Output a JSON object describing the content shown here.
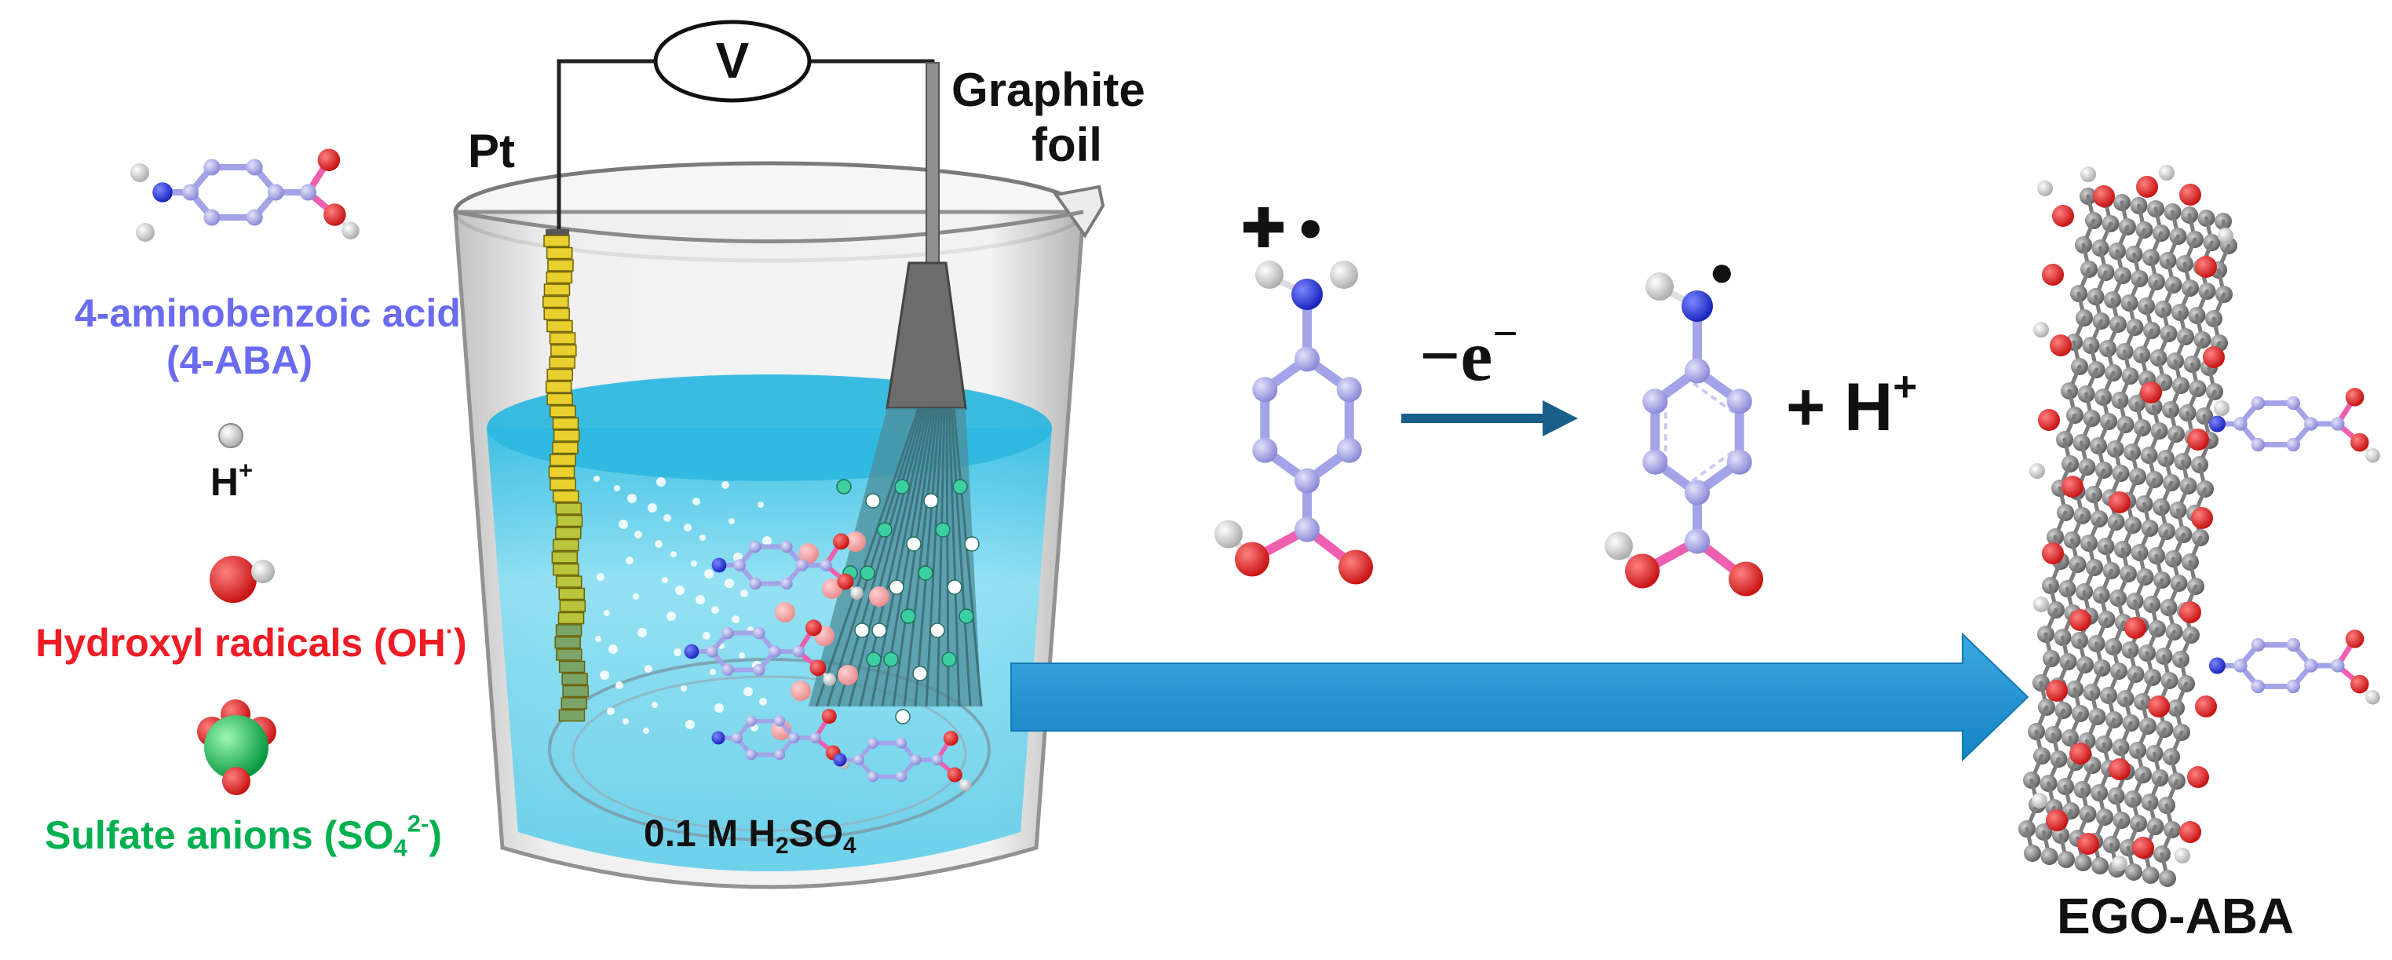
{
  "legend": {
    "aba_name": "4-aminobenzoic acid",
    "aba_abbr": "(4-ABA)",
    "proton_base": "H",
    "proton_charge": "+",
    "hydroxyl_base": "Hydroxyl radicals (OH",
    "hydroxyl_dot": "·",
    "hydroxyl_close": ")",
    "sulfate_base": "Sulfate anions (SO",
    "sulfate_sub": "4",
    "sulfate_charge": "2-",
    "sulfate_close": ")"
  },
  "cell": {
    "voltmeter": "V",
    "pt_electrode": "Pt",
    "graphite_line1": "Graphite",
    "graphite_line2": "foil",
    "electrolyte_prefix": "0.1 M H",
    "electrolyte_sub1": "2",
    "electrolyte_mid": "SO",
    "electrolyte_sub2": "4"
  },
  "reaction": {
    "cation_charge": "✚",
    "cation_radical": "●",
    "electron_loss": "−e",
    "electron_sign": "−",
    "radical_dot": "●",
    "product_plus": "+ H",
    "product_charge": "+"
  },
  "product": {
    "name": "EGO-ABA"
  },
  "colors": {
    "aba_blue": "#6b6bf0",
    "hydroxyl_red": "#ee1c24",
    "sulfate_green": "#00b050",
    "electrolyte_cyan": "#32c3e6",
    "arrow_blue": "#1e94d2",
    "atom_lavender": "#a3a3e8",
    "graphene_grey": "#8c8c8c",
    "nitrogen_blue": "#1f2fe0",
    "oxygen_red": "#e01c1c",
    "bond_pink": "#ef5fb0"
  }
}
